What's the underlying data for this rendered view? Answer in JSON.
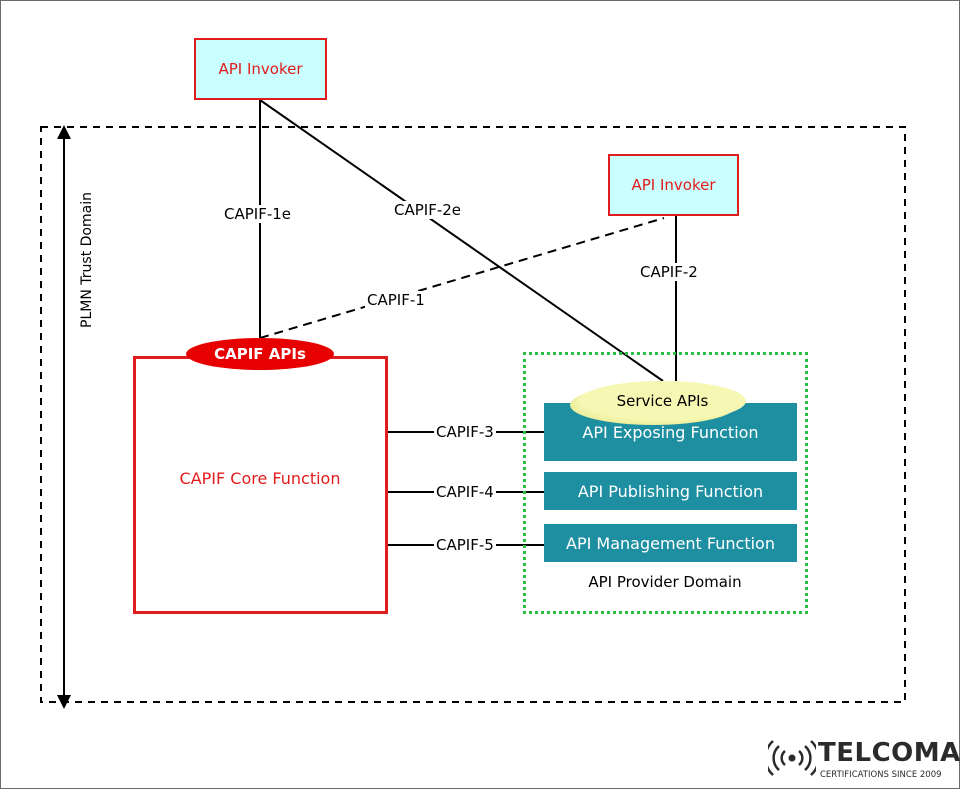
{
  "invokers": [
    {
      "label": "API  Invoker"
    },
    {
      "label": "API  Invoker"
    }
  ],
  "capif_apis": {
    "label": "CAPIF APIs"
  },
  "core_function": {
    "label": "CAPIF Core Function"
  },
  "service_apis": {
    "label": "Service APIs"
  },
  "functions": [
    {
      "label": "API Exposing Function"
    },
    {
      "label": "API Publishing Function"
    },
    {
      "label": "API Management Function"
    }
  ],
  "provider_domain": {
    "label": "API Provider Domain"
  },
  "trust_domain": {
    "label": "PLMN Trust Domain"
  },
  "interfaces": {
    "capif_1e": "CAPIF-1e",
    "capif_2e": "CAPIF-2e",
    "capif_1": "CAPIF-1",
    "capif_2": "CAPIF-2",
    "capif_3": "CAPIF-3",
    "capif_4": "CAPIF-4",
    "capif_5": "CAPIF-5"
  },
  "logo": {
    "name": "TELCOMA",
    "tagline": "CERTIFICATIONS SINCE 2009"
  },
  "colors": {
    "red": "#e01c1c",
    "cyan_fill": "#c9ffff",
    "teal": "#1e8ea1",
    "green_dotted": "#28c040",
    "service_yellow": "#f6f7b3"
  }
}
